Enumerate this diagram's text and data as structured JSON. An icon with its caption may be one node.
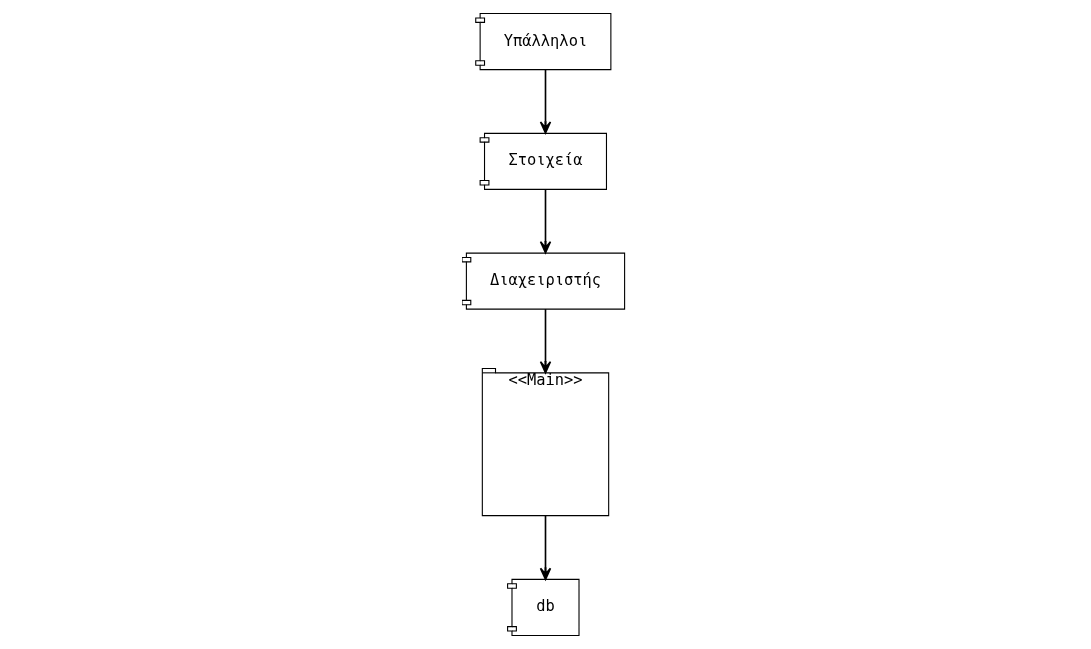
{
  "diagram": {
    "nodes": [
      {
        "text": [
          "Στοιχεία"
        ]
      },
      {
        "text": [
          "Διαχειριστής"
        ]
      },
      {
        "text": [
          "Υπάλληλοι"
        ]
      },
      {
        "text": [
          "db"
        ]
      },
      {
        "text": [
          "<<Main>>"
        ]
      }
    ],
    "edges": [
      {
        "from": 0,
        "to": 1,
        "arrow": "to"
      },
      {
        "from": 2,
        "to": 0,
        "arrow": "to"
      },
      {
        "from": 1,
        "to": 4,
        "arrow": "to"
      },
      {
        "from": 4,
        "to": 3,
        "arrow": "to"
      }
    ]
  }
}
